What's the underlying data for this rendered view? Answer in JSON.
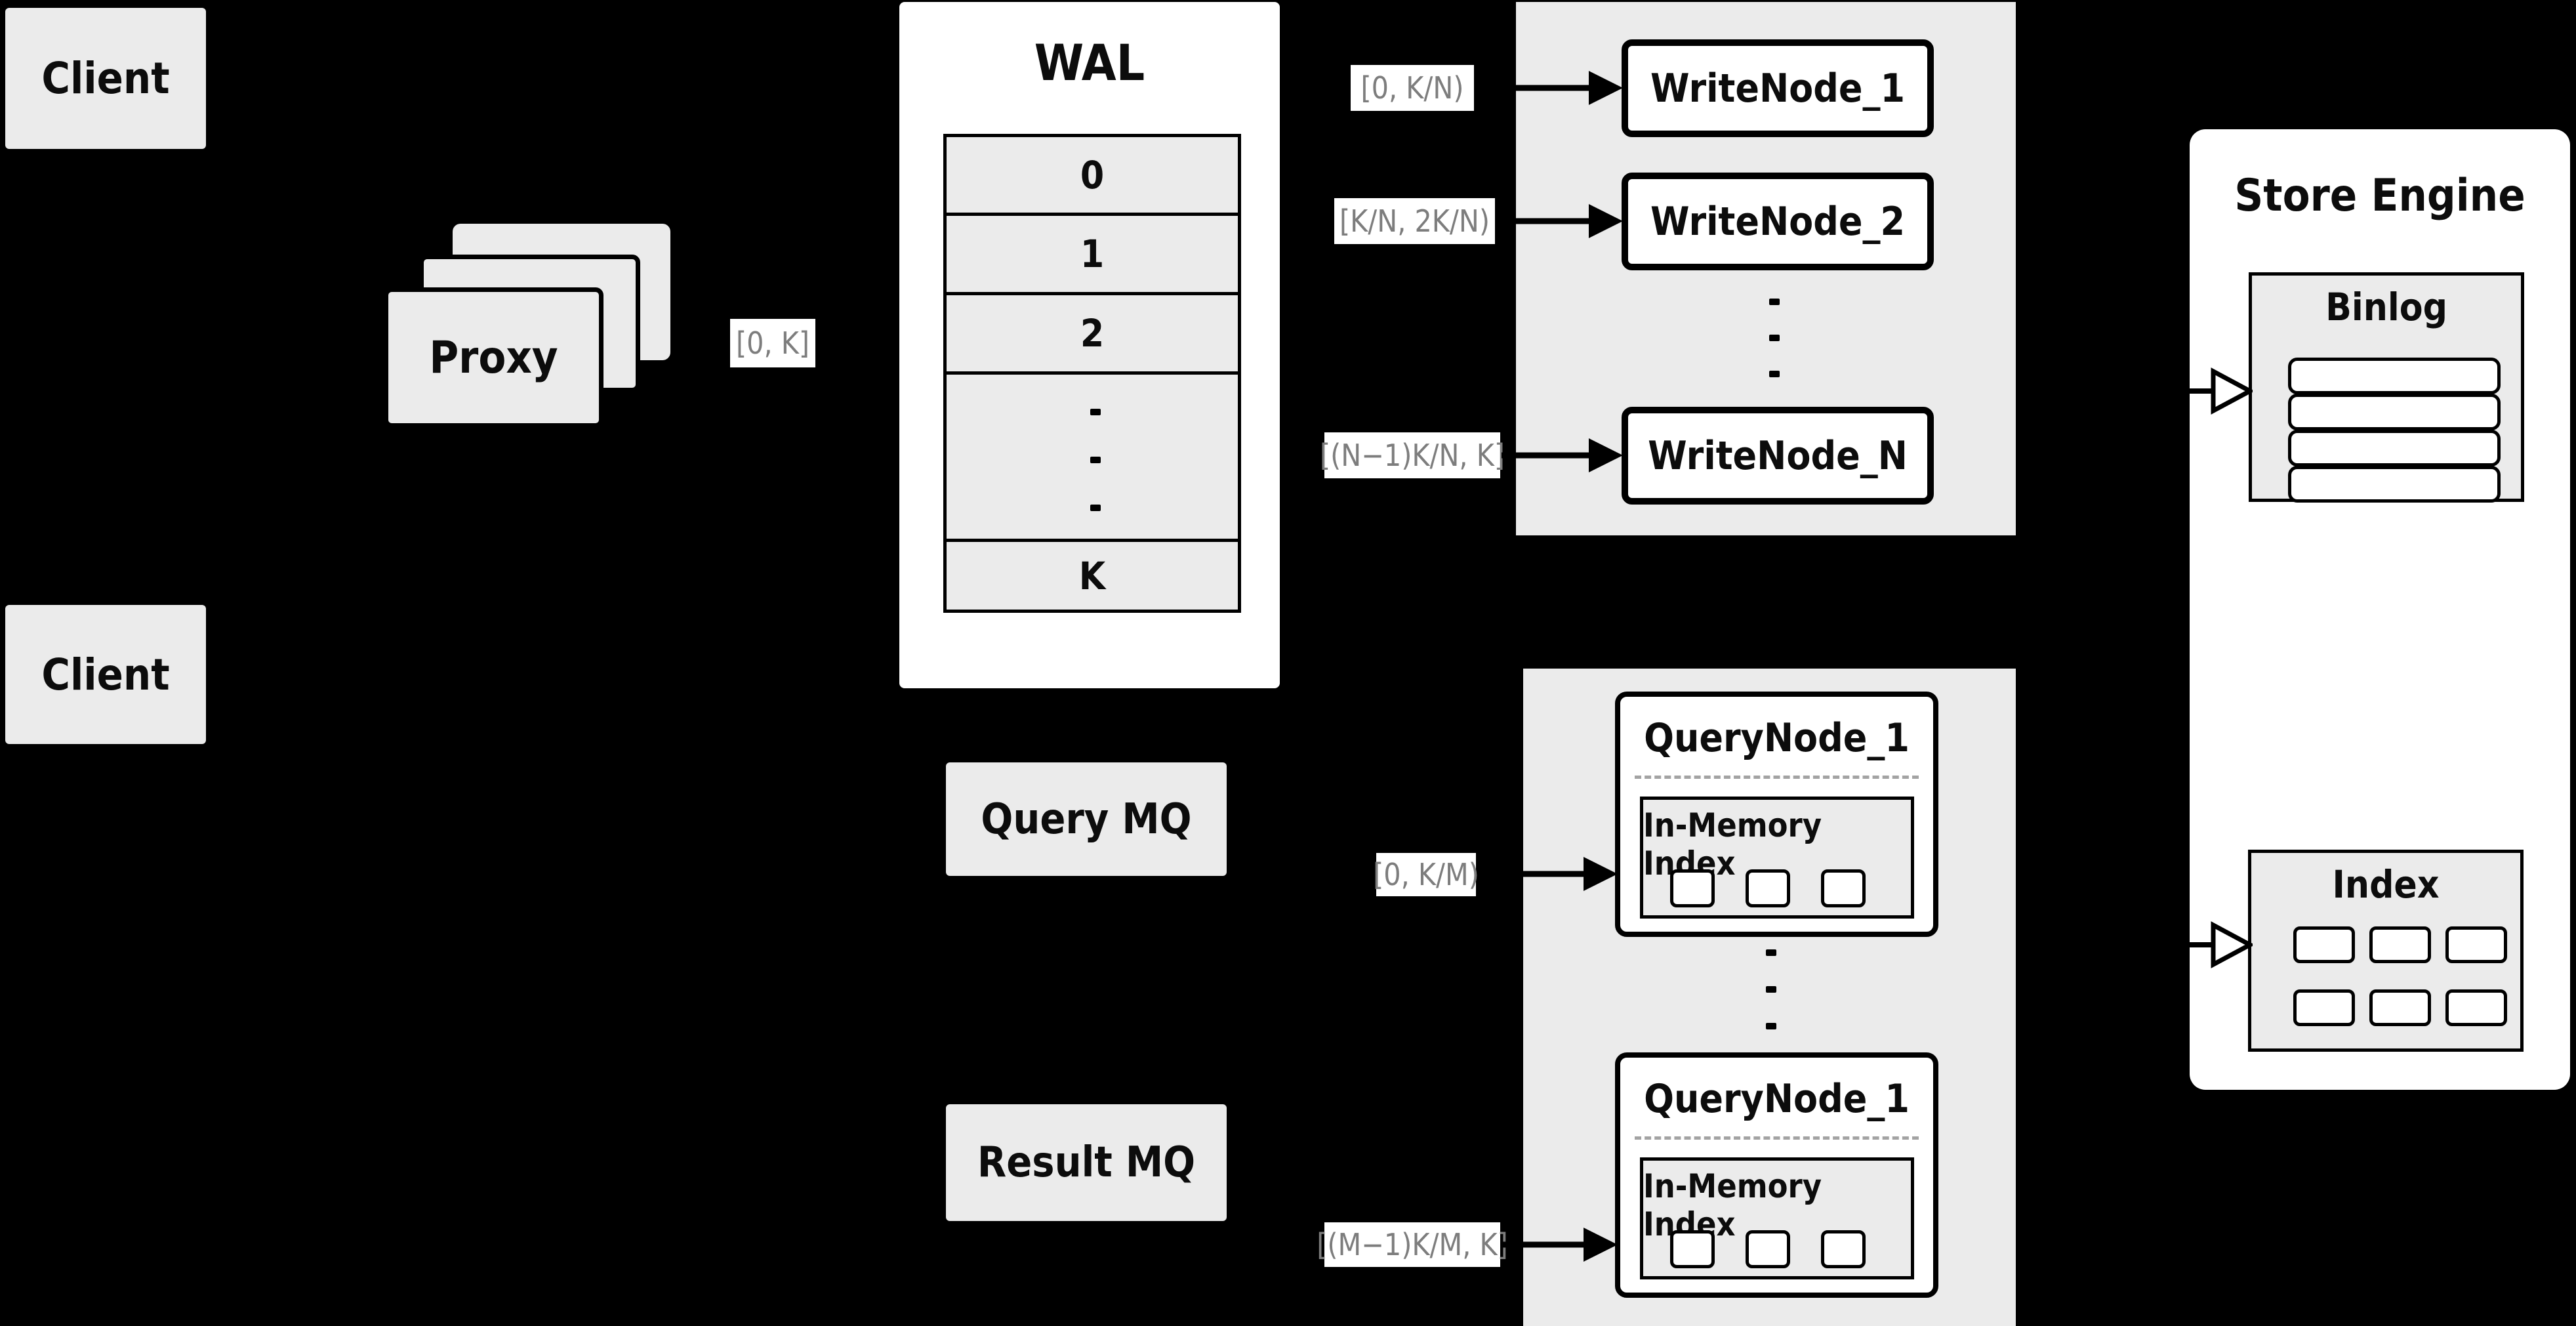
{
  "palette": {
    "background": "#000000",
    "box_gray": "#ebebeb",
    "box_white": "#ffffff",
    "line_black": "#000000",
    "range_label_text": "#7d7d7d",
    "dashed_divider": "#a3a3a3"
  },
  "clients": {
    "top_label": "Client",
    "bottom_label": "Client"
  },
  "proxy": {
    "label": "Proxy"
  },
  "wal": {
    "title": "WAL",
    "segments": [
      "0",
      "1",
      "2"
    ],
    "last_segment": "K"
  },
  "range_labels": {
    "proxy_out": "[0, K]",
    "write_1": "[0,  K/N)",
    "write_2": "[K/N, 2K/N)",
    "write_n": "[(N−1)K/N,  K]",
    "query_1": "[0, K/M)",
    "query_2": "[(M−1)K/M, K]"
  },
  "write_cluster": {
    "node_1": "WriteNode_1",
    "node_2": "WriteNode_2",
    "node_n": "WriteNode_N"
  },
  "mq": {
    "query": "Query MQ",
    "result": "Result MQ"
  },
  "query_cluster": {
    "node_top_title": "QueryNode_1",
    "node_top_index": "In-Memory Index",
    "node_bottom_title": "QueryNode_1",
    "node_bottom_index": "In-Memory Index"
  },
  "store_engine": {
    "title": "Store Engine",
    "binlog_title": "Binlog",
    "index_title": "Index"
  }
}
